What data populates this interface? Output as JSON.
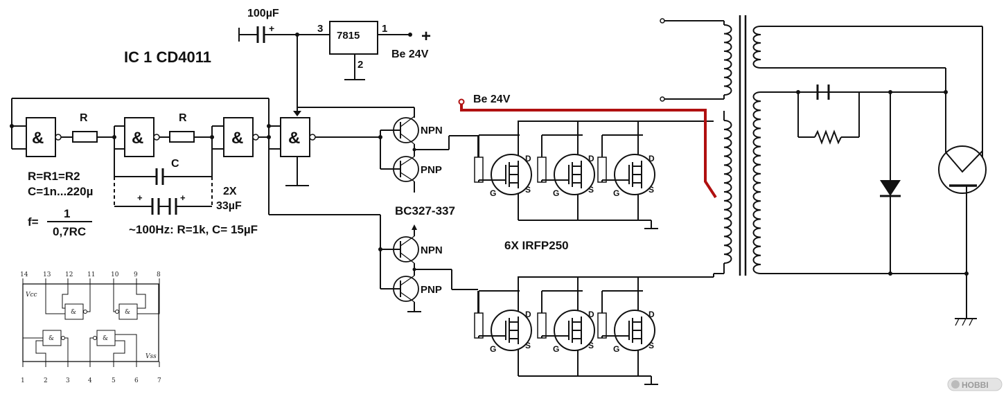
{
  "labels": {
    "cap_top": "100µF",
    "reg_name": "7815",
    "reg_pin3": "3",
    "reg_pin1": "1",
    "reg_pin2": "2",
    "plus": "+",
    "be24_top": "Be 24V",
    "ic_title": "IC 1   CD4011",
    "be24_red": "Be 24V",
    "gate_sym": "&",
    "res_R": "R",
    "cap_C": "C",
    "eq1": "R=R1=R2",
    "eq2": "C=1n...220µ",
    "freq_f": "f=",
    "freq_num": "1",
    "freq_den": "0,7RC",
    "cap2x_a": "2X",
    "cap2x_b": "33µF",
    "hz": "~100Hz: R=1k, C= 15µF",
    "npn": "NPN",
    "pnp": "PNP",
    "bc": "BC327-337",
    "irfp": "6X IRFP250",
    "pin_d": "D",
    "pin_s": "S",
    "pin_g": "G",
    "vcc": "Vcc",
    "vss": "Vss",
    "watermark": "HOBBI",
    "pins_top": [
      "14",
      "13",
      "12",
      "11",
      "10",
      "9",
      "8"
    ],
    "pins_bottom": [
      "1",
      "2",
      "3",
      "4",
      "5",
      "6",
      "7"
    ]
  },
  "colors": {
    "wire": "#111111",
    "highlight_wire": "#b01010"
  }
}
